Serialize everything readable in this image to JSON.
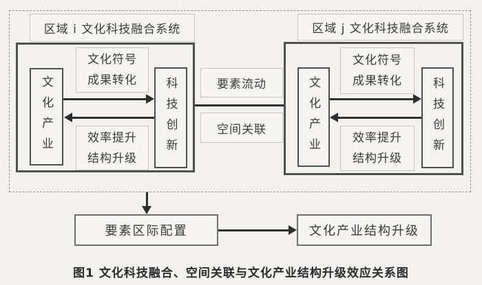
{
  "systems": {
    "left": {
      "title": "区域 i 文化科技融合系统",
      "culture_industry": "文化产业",
      "tech_innovation": "科技创新",
      "forward_label": {
        "line1": "文化符号",
        "line2": "成果转化"
      },
      "feedback_label": {
        "line1": "效率提升",
        "line2": "结构升级"
      }
    },
    "right": {
      "title": "区域 j 文化科技融合系统",
      "culture_industry": "文化产业",
      "tech_innovation": "科技创新",
      "forward_label": {
        "line1": "文化符号",
        "line2": "成果转化"
      },
      "feedback_label": {
        "line1": "效率提升",
        "line2": "结构升级"
      }
    }
  },
  "linkage": {
    "factor_flow": "要素流动",
    "spatial_association": "空间关联"
  },
  "outcomes": {
    "factor_allocation": "要素区际配置",
    "structure_upgrade": "文化产业结构升级"
  },
  "caption": "图1 文化科技融合、空间关联与文化产业结构升级效应关系图",
  "colors": {
    "background": "#f4f2ef",
    "strong_border": "#4f4f4f",
    "light_border": "#c6c4c0",
    "arrow": "#2e2e2e",
    "text": "#3a3a3a"
  }
}
